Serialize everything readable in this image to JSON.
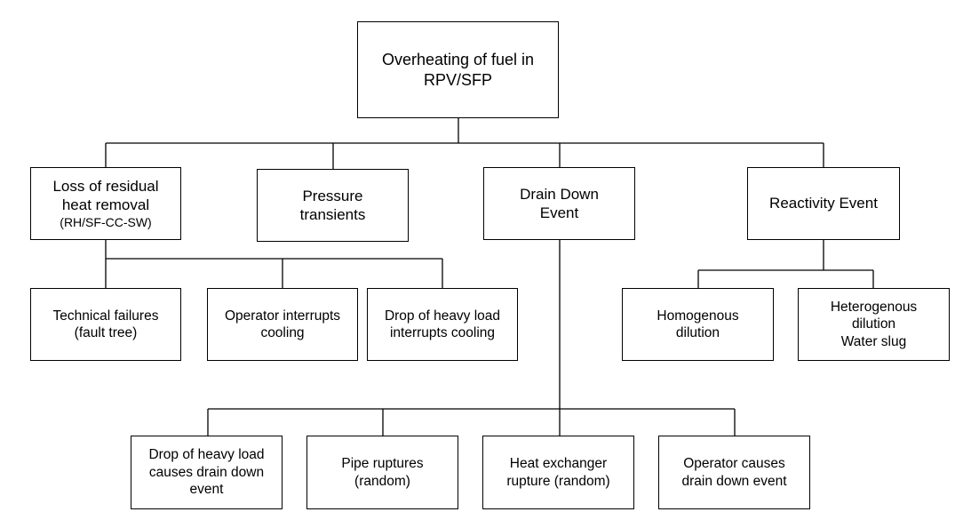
{
  "diagram": {
    "root": {
      "lines": [
        "Overheating of fuel in",
        "RPV/SFP"
      ]
    },
    "loss_residual_heat": {
      "lines": [
        "Loss of residual",
        "heat removal",
        "(RH/SF-CC-SW)"
      ]
    },
    "pressure_transients": {
      "lines": [
        "Pressure",
        "transients"
      ]
    },
    "drain_down": {
      "lines": [
        "Drain Down",
        "Event"
      ]
    },
    "reactivity": {
      "lines": [
        "Reactivity Event"
      ]
    },
    "technical_failures": {
      "lines": [
        "Technical failures",
        "(fault tree)"
      ]
    },
    "operator_interrupts": {
      "lines": [
        "Operator interrupts",
        "cooling"
      ]
    },
    "heavy_load_interrupts": {
      "lines": [
        "Drop of heavy load",
        "interrupts cooling"
      ]
    },
    "homogenous": {
      "lines": [
        "Homogenous",
        "dilution"
      ]
    },
    "heterogenous": {
      "lines": [
        "Heterogenous",
        "dilution",
        "Water slug"
      ]
    },
    "heavy_load_drain": {
      "lines": [
        "Drop of heavy load",
        "causes drain down",
        "event"
      ]
    },
    "pipe_ruptures": {
      "lines": [
        "Pipe ruptures",
        "(random)"
      ]
    },
    "heat_exchanger": {
      "lines": [
        "Heat exchanger",
        "rupture (random)"
      ]
    },
    "operator_causes": {
      "lines": [
        "Operator causes",
        "drain down event"
      ]
    }
  }
}
